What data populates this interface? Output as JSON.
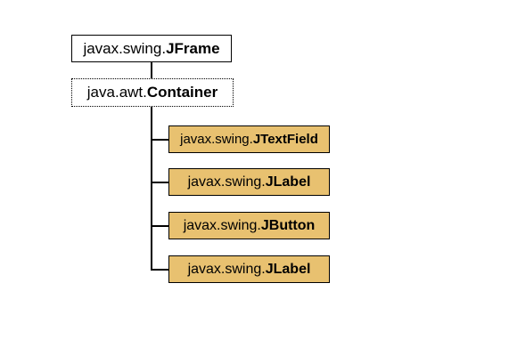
{
  "diagram": {
    "root": {
      "package": "javax.swing.",
      "class": "JFrame"
    },
    "container": {
      "package": "java.awt.",
      "class": "Container"
    },
    "children": [
      {
        "package": "javax.swing.",
        "class": "JTextField"
      },
      {
        "package": "javax.swing.",
        "class": "JLabel"
      },
      {
        "package": "javax.swing.",
        "class": "JButton"
      },
      {
        "package": "javax.swing.",
        "class": "JLabel"
      }
    ]
  },
  "colors": {
    "child_fill": "#e8c170",
    "border": "#000000",
    "background": "#ffffff"
  }
}
